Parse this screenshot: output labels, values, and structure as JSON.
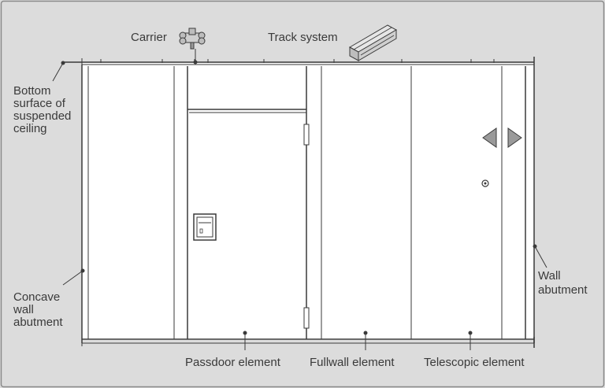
{
  "colors": {
    "background": "#dcdcdc",
    "frame": "#8a8a8a",
    "line": "#3a3a3a",
    "panel": "#ffffff",
    "arrow": "#9a9a9a"
  },
  "labels": {
    "carrier": "Carrier",
    "track_system": "Track system",
    "ceiling": [
      "Bottom",
      "surface of",
      "suspended",
      "ceiling"
    ],
    "concave_wall": [
      "Concave",
      "wall",
      "abutment"
    ],
    "wall_abutment": [
      "Wall",
      "abutment"
    ],
    "passdoor": "Passdoor element",
    "fullwall": "Fullwall element",
    "telescopic": "Telescopic element"
  },
  "icons": {
    "carrier": "carrier-icon",
    "track": "track-profile-icon",
    "left_arrow": "arrow-left-icon",
    "right_arrow": "arrow-right-icon",
    "lock": "door-lock-icon",
    "knob": "handle-icon"
  }
}
